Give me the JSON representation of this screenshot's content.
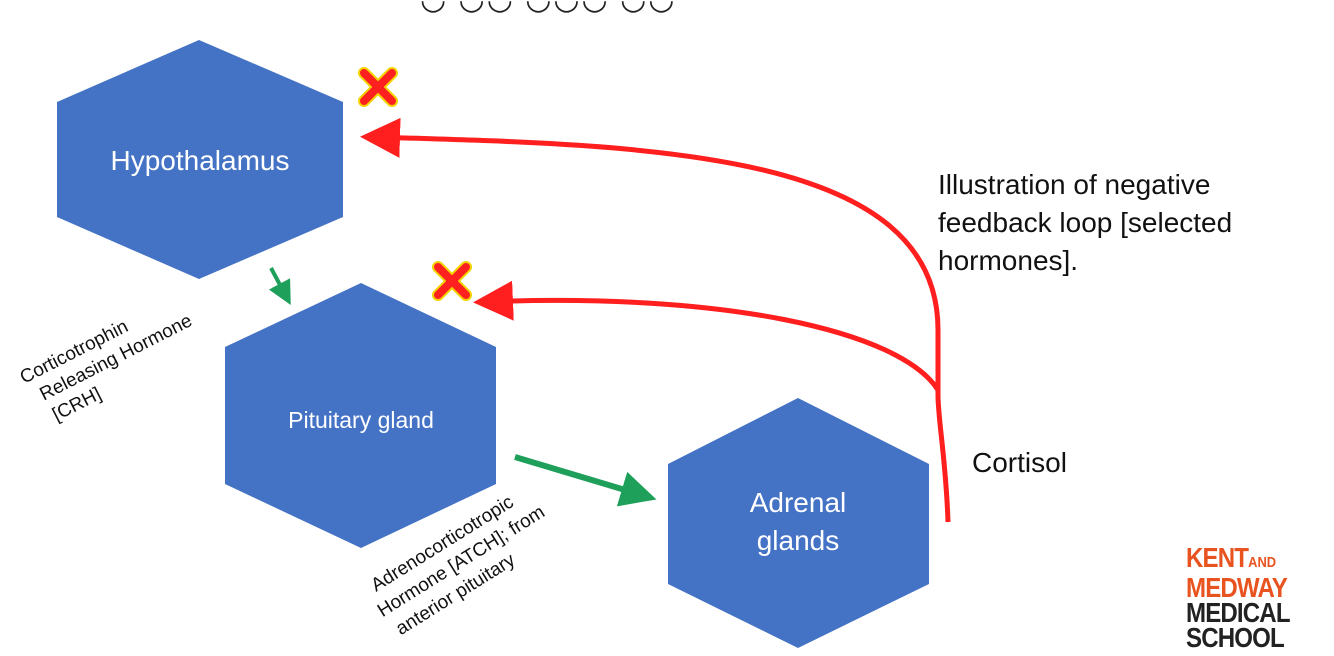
{
  "nodes": {
    "hypothalamus": "Hypothalamus",
    "pituitary": "Pituitary gland",
    "adrenal": [
      "Adrenal",
      "glands"
    ]
  },
  "edges": {
    "crh": [
      "Corticotrophin",
      "Releasing Hormone",
      "[CRH]"
    ],
    "acth": [
      "Adrenocorticotropic",
      "Hormone [ATCH]; from",
      "anterior pituitary"
    ]
  },
  "caption": [
    "Illustration of negative",
    "feedback loop [selected",
    "hormones]."
  ],
  "feedback_label": "Cortisol",
  "logo": {
    "line1": "KENT",
    "line1_small": "AND",
    "line2": "MEDWAY",
    "line3": "MEDICAL",
    "line4": "SCHOOL"
  },
  "icons": {
    "inhibit": "red-x-icon",
    "stimulate": "green-arrow-icon",
    "feedback": "red-arrow"
  },
  "colors": {
    "node": "#4472c4",
    "feedback": "#ff1f1f",
    "stimulate": "#1ea05a",
    "logo_accent": "#e8531f"
  }
}
